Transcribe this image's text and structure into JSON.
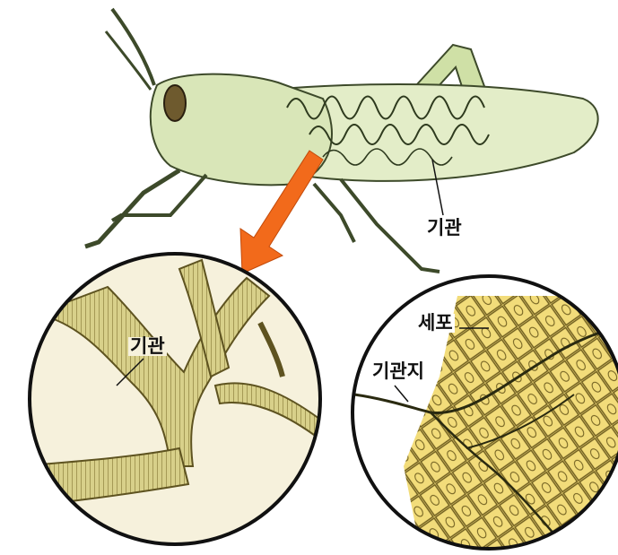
{
  "labels": {
    "trachea_body": "기관",
    "trachea_zoom": "기관",
    "cell": "세포",
    "tracheole": "기관지"
  },
  "colors": {
    "grasshopper_body": "#d9e6b8",
    "grasshopper_outline": "#3d4a2a",
    "arrow": "#f26a1b",
    "trachea_tube": "#d8d08a",
    "trachea_shade": "#8a7d3a",
    "cell_fill": "#f2dc7a",
    "cell_outline": "#6b5a1c"
  }
}
